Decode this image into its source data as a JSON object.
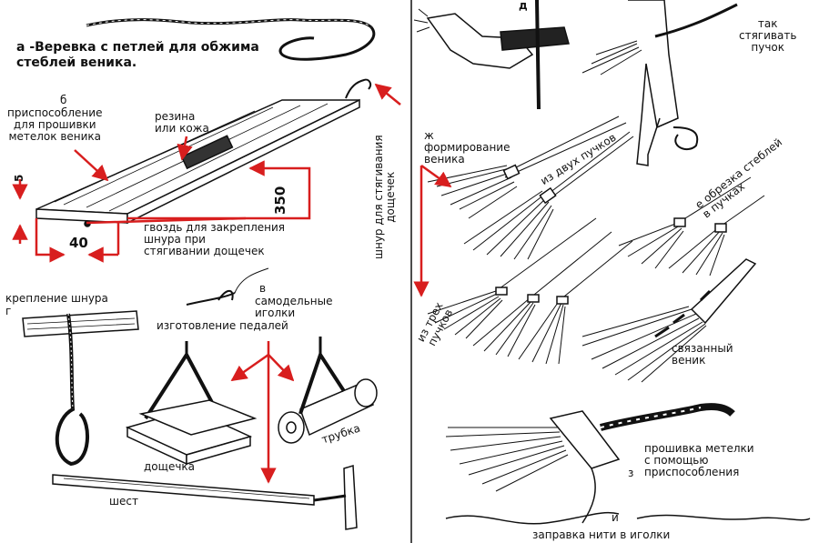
{
  "colors": {
    "ink": "#111111",
    "arrow": "#d81e1e",
    "paper": "#ffffff"
  },
  "left": {
    "a": "а -Веревка с петлей для обжима\nстеблей веника.",
    "b_letter": "б",
    "b_title": "приспособление\nдля прошивки\nметелок веника",
    "rubber": "резина\nили кожа",
    "dim_5": "5",
    "dim_350": "350",
    "dim_40": "40",
    "nail": "гвоздь для закрепления\nшнура при\nстягивании дощечек",
    "cord_board": "шнур для стягивания\nдощечек",
    "cord_fix": "крепление шнура",
    "g_letter": "г",
    "v_letter": "в",
    "needles": "самодельные\nиголки",
    "pedals": "изготовление педалей",
    "plank": "дощечка",
    "tube": "трубка",
    "pole": "шест"
  },
  "right": {
    "d_letter": "д",
    "tighten": "так\nстягивать\nпучок",
    "zh_title": "ж\nформирование\nвеника",
    "two": "из двух пучков",
    "cut": "е обрезка стеблей\nв пучках",
    "three": "из трех\nпучков",
    "tied": "связанный\nвеник",
    "sew": "прошивка метелки\nс помощью\nприспособления",
    "z_letter": "з",
    "i_letter": "и",
    "thread": "заправка нити в иголки"
  }
}
